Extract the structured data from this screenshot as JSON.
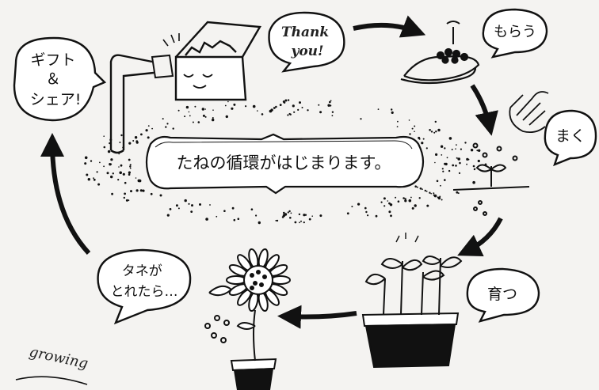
{
  "center_label": "たねの循環がはじまります。",
  "steps": [
    {
      "id": "gift",
      "label": "ギフト＆シェア!"
    },
    {
      "id": "thanks",
      "label": "Thank you!"
    },
    {
      "id": "receive",
      "label": "もらう"
    },
    {
      "id": "sow",
      "label": "まく"
    },
    {
      "id": "grow",
      "label": "育つ"
    },
    {
      "id": "harvest",
      "label": "タネがとれたら…"
    }
  ],
  "bubble_lines": {
    "gift": [
      "ギフト",
      "＆",
      "シェア!"
    ],
    "thanks": [
      "Thank",
      "you!"
    ],
    "harvest": [
      "タネが",
      "とれたら…"
    ]
  },
  "corner_text": "growing",
  "colors": {
    "ink": "#111111",
    "paper": "#f4f3f1"
  }
}
